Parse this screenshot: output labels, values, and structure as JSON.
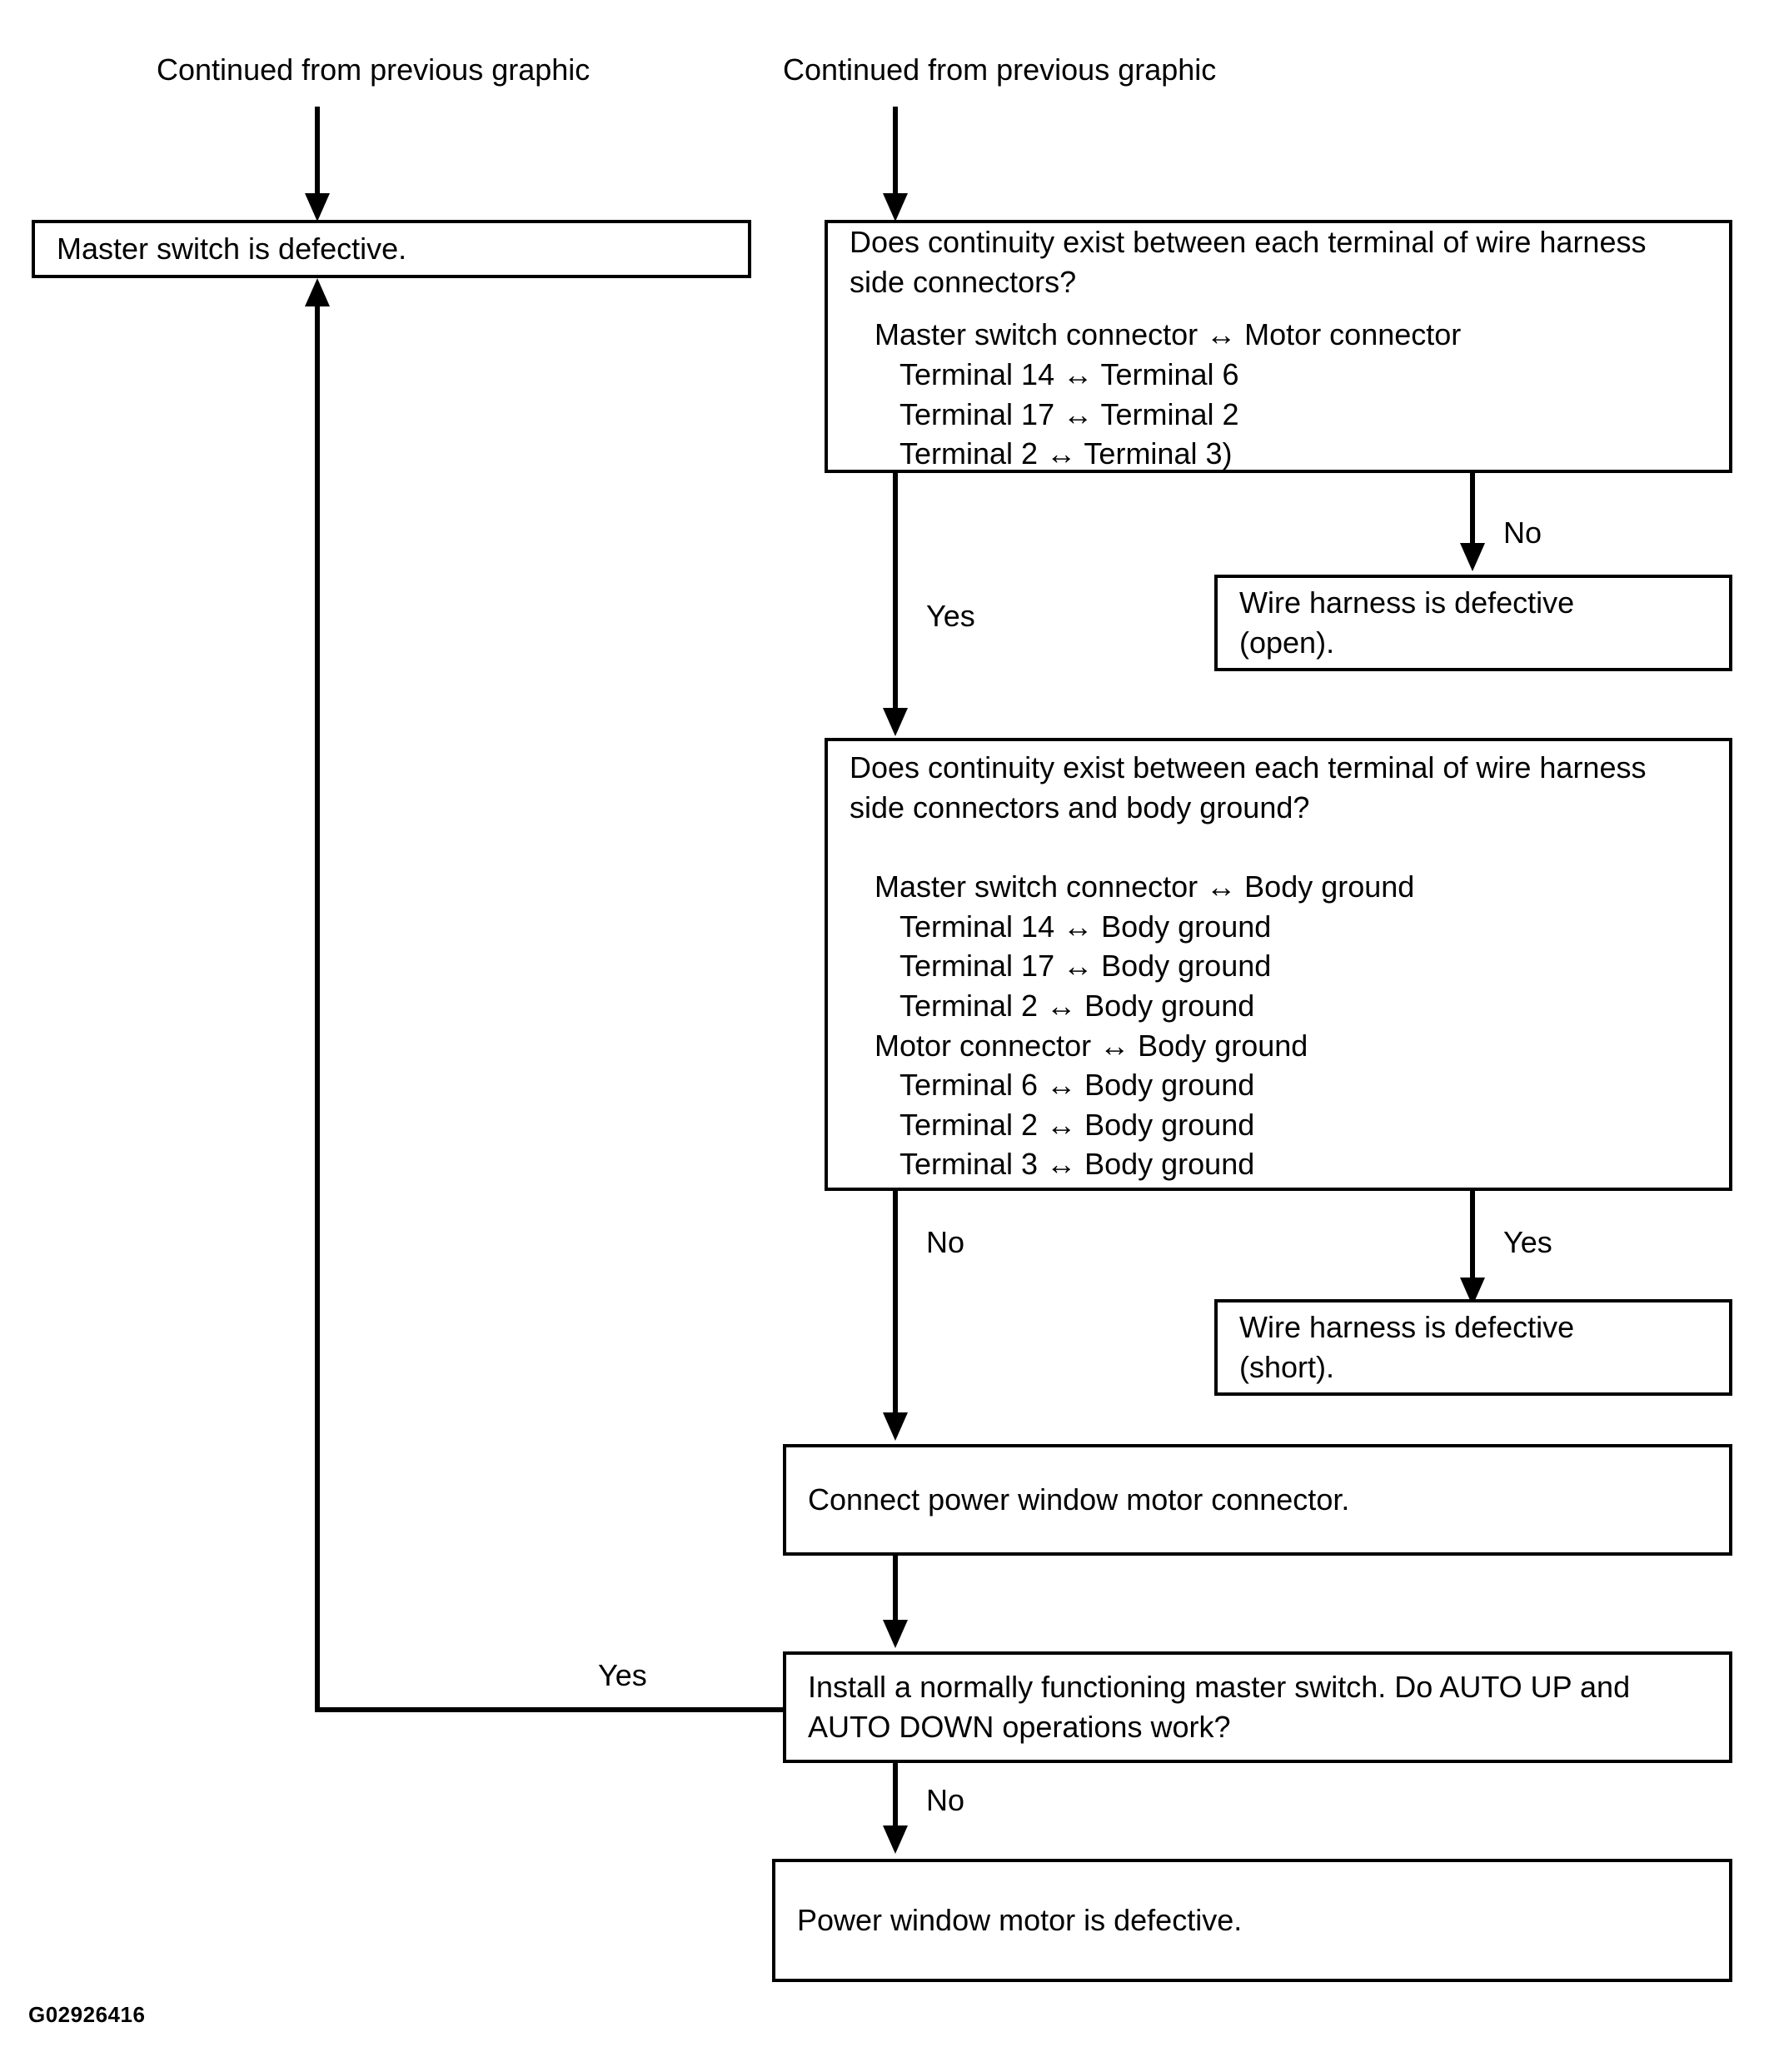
{
  "figure": {
    "id_code": "G02926416",
    "continued_left": "Continued from previous graphic",
    "continued_right": "Continued from previous graphic"
  },
  "nodes": {
    "master_switch_defective": {
      "text": "Master switch is defective."
    },
    "continuity_terminals": {
      "line1": "Does continuity exist between each terminal of wire harness",
      "line2": "side connectors?",
      "line3": "   Master switch connector ↔ Motor connector",
      "line4": "      Terminal 14 ↔ Terminal 6",
      "line5": "      Terminal 17 ↔ Terminal 2",
      "line6": "      Terminal 2 ↔ Terminal 3)"
    },
    "wire_harness_open": {
      "line1": "Wire harness is defective",
      "line2": "(open)."
    },
    "continuity_body_ground": {
      "line1": "Does continuity exist between each terminal of wire harness",
      "line2": "side connectors and body ground?",
      "line3": "",
      "line4": "   Master switch connector ↔ Body ground",
      "line5": "      Terminal 14 ↔ Body ground",
      "line6": "      Terminal 17 ↔ Body ground",
      "line7": "      Terminal 2 ↔ Body ground",
      "line8": "   Motor connector ↔ Body ground",
      "line9": "      Terminal 6 ↔ Body ground",
      "line10": "      Terminal 2 ↔ Body ground",
      "line11": "      Terminal 3 ↔ Body ground"
    },
    "wire_harness_short": {
      "line1": "Wire harness is defective",
      "line2": "(short)."
    },
    "connect_motor_connector": {
      "text": "Connect power window motor connector."
    },
    "install_master_switch": {
      "line1": "Install a normally functioning master switch. Do AUTO UP and",
      "line2": "AUTO DOWN operations work?"
    },
    "power_window_motor_defective": {
      "text": "Power window motor is defective."
    }
  },
  "edge_labels": {
    "continuity_terminals_no": "No",
    "continuity_terminals_yes": "Yes",
    "body_ground_no": "No",
    "body_ground_yes": "Yes",
    "install_yes": "Yes",
    "install_no": "No"
  },
  "colors": {
    "stroke": "#000000",
    "background": "#ffffff",
    "text": "#000000"
  }
}
